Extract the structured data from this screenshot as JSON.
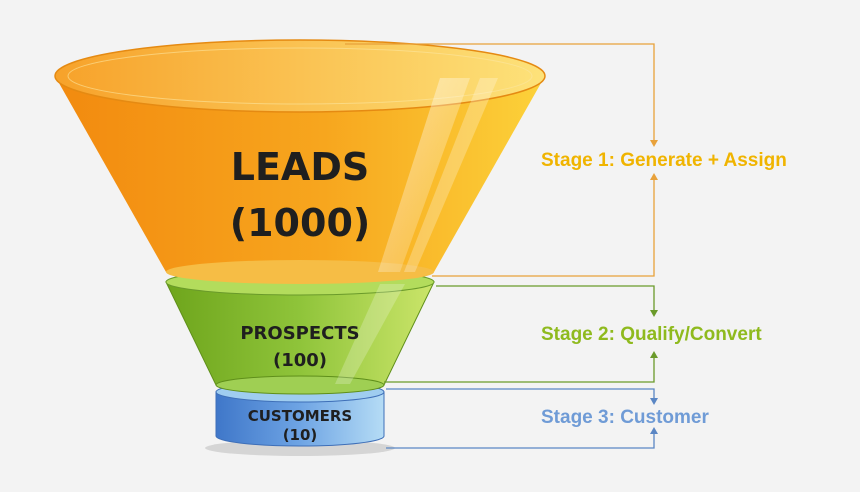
{
  "funnel": {
    "leads": {
      "label": "LEADS",
      "count": "(1000)"
    },
    "prospects": {
      "label": "PROSPECTS",
      "count": "(100)"
    },
    "customers": {
      "label": "CUSTOMERS",
      "count": "(10)"
    }
  },
  "stages": [
    {
      "text": "Stage 1:  Generate + Assign",
      "color": "#f0b400"
    },
    {
      "text": "Stage 2:  Qualify/Convert",
      "color": "#8fba1e"
    },
    {
      "text": "Stage 3:  Customer",
      "color": "#6f9bd6"
    }
  ],
  "colors": {
    "leads": "#f5a623",
    "prospects": "#8cc63f",
    "customers": "#5b8fd6",
    "connector_orange": "#e8a13a",
    "connector_green": "#6a9a2a",
    "connector_blue": "#5a86c4"
  }
}
